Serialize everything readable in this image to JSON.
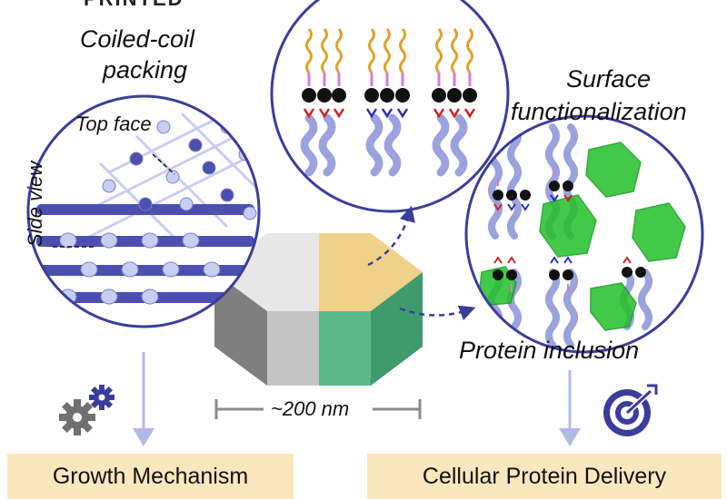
{
  "header_fragment": "PRINTED",
  "labels": {
    "coiled_coil_line1": "Coiled-coil",
    "coiled_coil_line2": "packing",
    "surface_line1": "Surface",
    "surface_line2": "functionalization",
    "top_face": "Top face",
    "side_view": "Side view",
    "protein_inclusion": "Protein inclusion",
    "scale": "~200 nm"
  },
  "outcomes": {
    "left": "Growth Mechanism",
    "right": "Cellular Protein Delivery"
  },
  "colors": {
    "circle_border": "#3b3d9c",
    "helix": "#aab2e6",
    "lattice_dark": "#4b4fb0",
    "lattice_light": "#c9cdf2",
    "prism_yellow": "#efd189",
    "prism_green": "#5bb989",
    "protein_green": "#22c02a",
    "outcome_box": "#fbe7bd",
    "arrow": "#b3b9e6"
  },
  "icons": [
    "gears-icon",
    "target-icon"
  ]
}
